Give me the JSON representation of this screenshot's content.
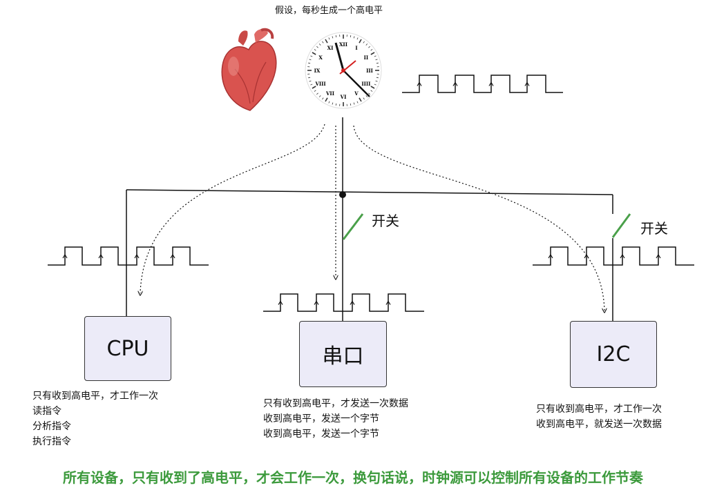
{
  "header": {
    "title": "假设，每秒生成一个高电平"
  },
  "clock": {
    "hour_marks": [
      "XII",
      "I",
      "II",
      "III",
      "IIII",
      "V",
      "VI",
      "VII",
      "VIII",
      "IX",
      "X",
      "XI"
    ],
    "hand_color": "#111111",
    "second_hand_color": "#d42020"
  },
  "heart": {
    "icon": "heart-icon",
    "color": "#d9534f"
  },
  "switches": [
    {
      "label": "开关",
      "color": "#4aa04a"
    },
    {
      "label": "开关",
      "color": "#4aa04a"
    }
  ],
  "devices": [
    {
      "name": "CPU",
      "notes": [
        "只有收到高电平，才工作一次",
        "读指令",
        "分析指令",
        "执行指令"
      ]
    },
    {
      "name": "串口",
      "notes": [
        "只有收到高电平，才发送一次数据",
        "收到高电平，发送一个字节",
        "收到高电平，发送一个字节"
      ]
    },
    {
      "name": "I2C",
      "notes": [
        "只有收到高电平，才工作一次",
        "收到高电平，就发送一次数据"
      ]
    }
  ],
  "footer": {
    "banner": "所有设备，只有收到了高电平，才会工作一次，换句话说，时钟源可以控制所有设备的工作节奏"
  }
}
